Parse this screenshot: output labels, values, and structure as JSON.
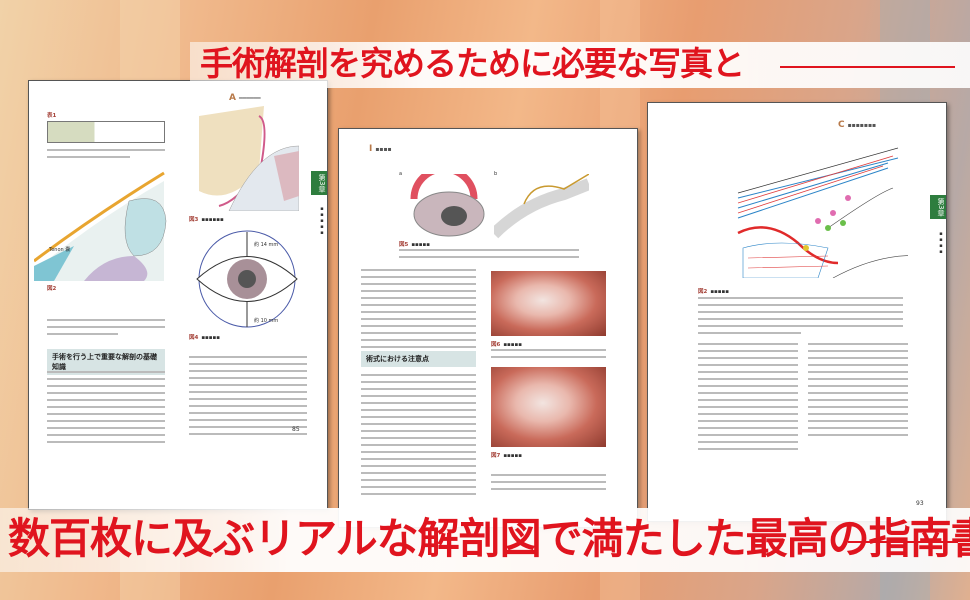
{
  "headline_top": "手術解剖を究めるために必要な写真と",
  "headline_bottom": "数百枚に及ぶリアルな解剖図で満たした最高の指南書",
  "colors": {
    "headline": "#e0141e",
    "chapter_tab": "#2e7d3e",
    "section_bg": "#d7e4e4"
  },
  "left_page": {
    "header_letter": "A",
    "chapter_tab": "第3章",
    "labels": {
      "tenon": "Tenon 嚢",
      "d14": "約 14 mm",
      "d10": "約 10 mm"
    },
    "captions": {
      "fig3": "図3",
      "fig4": "図4",
      "fig2": "図2",
      "table1": "表1"
    },
    "section": "手術を行う上で重要な解剖の基礎知識",
    "page_number": "85"
  },
  "middle_page": {
    "header_letter": "I",
    "fig_labels": [
      "a",
      "b"
    ],
    "captions": {
      "fig5": "図5",
      "fig6": "図6",
      "fig7": "図7"
    },
    "section": "術式における注意点"
  },
  "right_page": {
    "header_letter": "C",
    "chapter_tab": "第3章",
    "captions": {
      "fig2": "図2"
    },
    "page_number": "93"
  }
}
